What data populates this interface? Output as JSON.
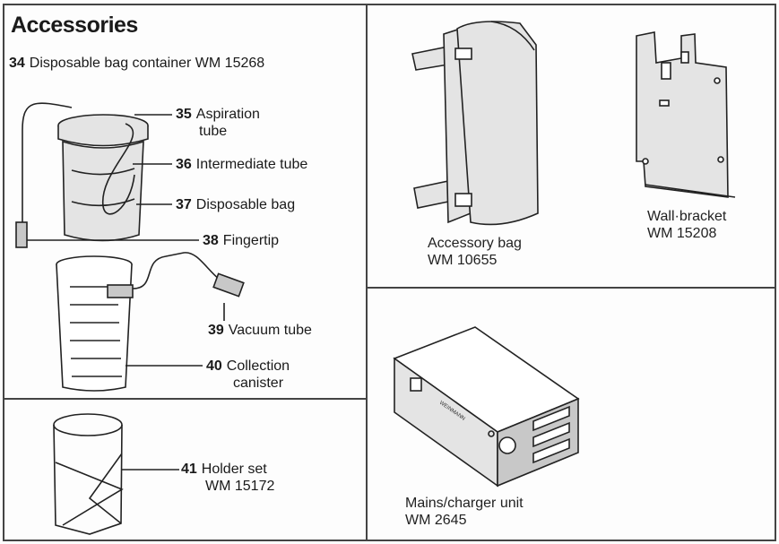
{
  "document": {
    "title": "Accessories",
    "item34": {
      "number": "34",
      "text": "Disposable bag container WM 15268"
    },
    "callouts": [
      {
        "number": "35",
        "line1": "Aspiration",
        "line2": "tube"
      },
      {
        "number": "36",
        "line1": "Intermediate tube",
        "line2": ""
      },
      {
        "number": "37",
        "line1": "Disposable bag",
        "line2": ""
      },
      {
        "number": "38",
        "line1": "Fingertip",
        "line2": ""
      },
      {
        "number": "39",
        "line1": "Vacuum tube",
        "line2": ""
      },
      {
        "number": "40",
        "line1": "Collection",
        "line2": "canister"
      },
      {
        "number": "41",
        "line1": "Holder set",
        "line2": "WM 15172"
      }
    ],
    "captions": {
      "accessory_bag": {
        "line1": "Accessory bag",
        "line2": "WM 10655"
      },
      "wall_bracket": {
        "line1": "Wall·bracket",
        "line2": "WM 15208"
      },
      "mains_charger": {
        "line1": "Mains/charger unit",
        "line2": "WM 2645"
      }
    }
  }
}
